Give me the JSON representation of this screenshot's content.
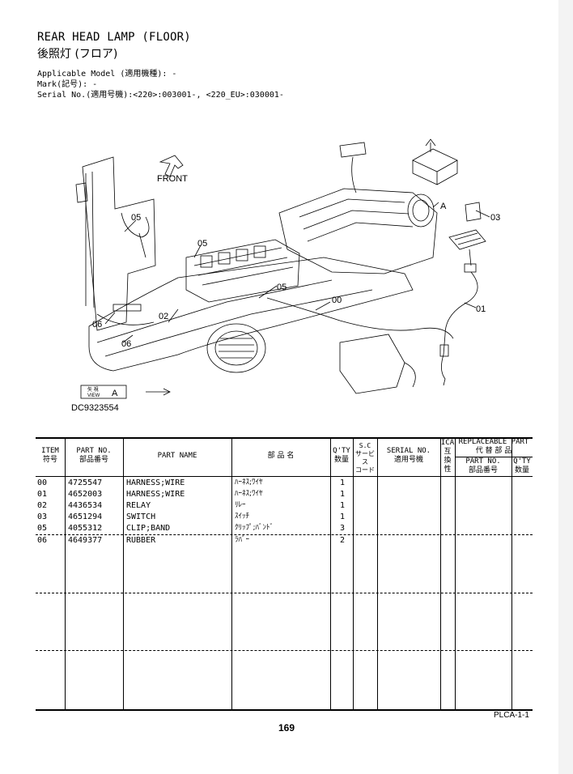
{
  "header": {
    "title_en": "REAR HEAD LAMP (FLOOR)",
    "title_jp": "後照灯 (フロア)",
    "applicable_model": "Applicable Model (適用機種): -",
    "mark": "Mark(記号): -",
    "serial_no": "Serial No.(適用号機):<220>:003001-, <220_EU>:030001-"
  },
  "diagram": {
    "id": "DC9323554",
    "front_label": "FRONT",
    "view_label_jp": "矢 視",
    "view_label": "VIEW",
    "view_letter": "A",
    "ref_letter": "A",
    "callouts": [
      "00",
      "01",
      "02",
      "03",
      "05",
      "05",
      "05",
      "06",
      "06"
    ]
  },
  "table": {
    "headers": {
      "item": "ITEM",
      "item_jp": "符号",
      "part_no": "PART NO.",
      "part_no_jp": "部品番号",
      "part_name": "PART NAME",
      "part_name_jp": "部 品 名",
      "qty": "Q'TY",
      "qty_jp": "数量",
      "sc": "S.C",
      "sc_jp_1": "サービス",
      "sc_jp_2": "コード",
      "serial": "SERIAL NO.",
      "serial_jp": "適用号機",
      "ica": "ICA",
      "ica_jp_1": "互",
      "ica_jp_2": "換",
      "ica_jp_3": "性",
      "replaceable": "REPLACEABLE PART",
      "replaceable_jp": "代 替 部 品",
      "rep_part_no": "PART NO.",
      "rep_part_no_jp": "部品番号",
      "rep_qty": "Q'TY",
      "rep_qty_jp": "数量"
    },
    "rows": [
      {
        "item": "00",
        "part_no": "4725547",
        "name": "HARNESS;WIRE",
        "name_jp": "ﾊｰﾈｽ;ﾜｲﾔ",
        "qty": "1"
      },
      {
        "item": "01",
        "part_no": "4652003",
        "name": "HARNESS;WIRE",
        "name_jp": "ﾊｰﾈｽ;ﾜｲﾔ",
        "qty": "1"
      },
      {
        "item": "02",
        "part_no": "4436534",
        "name": "RELAY",
        "name_jp": "ﾘﾚｰ",
        "qty": "1"
      },
      {
        "item": "03",
        "part_no": "4651294",
        "name": "SWITCH",
        "name_jp": "ｽｲｯﾁ",
        "qty": "1"
      },
      {
        "item": "05",
        "part_no": "4055312",
        "name": "CLIP;BAND",
        "name_jp": "ｸﾘｯﾌﾟ;ﾊﾞﾝﾄﾞ",
        "qty": "3"
      },
      {
        "item": "06",
        "part_no": "4649377",
        "name": "RUBBER",
        "name_jp": "ﾗﾊﾞｰ",
        "qty": "2"
      }
    ]
  },
  "footer": {
    "page_number": "169",
    "page_code": "PLCA-1-1"
  }
}
